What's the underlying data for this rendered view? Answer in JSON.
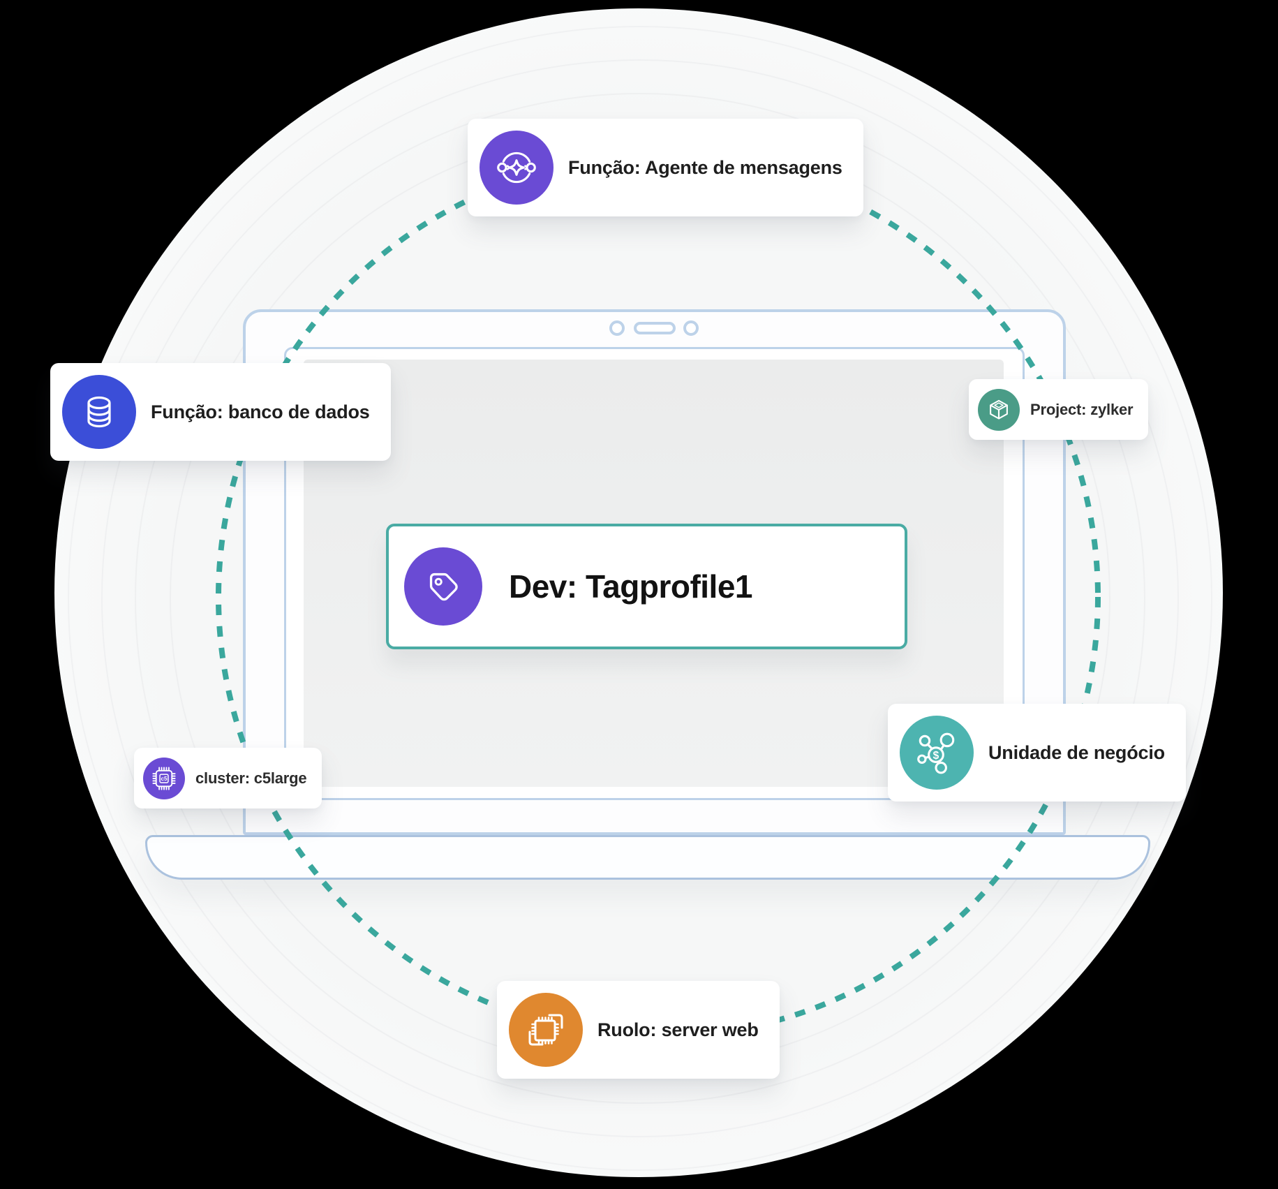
{
  "background": {
    "page_color": "#000000",
    "circle_color": "#f6f7f7"
  },
  "colors": {
    "purple": "#6a4bd4",
    "indigo_blue": "#3b4ed8",
    "green": "#4a9c87",
    "teal": "#4db4b0",
    "orange": "#e0882f",
    "center_border_teal": "#4aaba4",
    "orbit_dash_teal": "#3aa79d",
    "laptop_stroke": "#bdd2e9",
    "label_text": "#1e1e1e"
  },
  "center_card": {
    "label": "Dev: Tagprofile1",
    "icon": "tag-icon",
    "icon_color": "#6a4bd4"
  },
  "cards": [
    {
      "id": "broker",
      "label": "Função: Agente de mensagens",
      "icon": "message-broker-icon",
      "icon_color": "#6a4bd4",
      "size": "large"
    },
    {
      "id": "database",
      "label": "Função: banco de dados",
      "icon": "database-icon",
      "icon_color": "#3b4ed8",
      "size": "large"
    },
    {
      "id": "project",
      "label": "Project: zylker",
      "icon": "cube-icon",
      "icon_color": "#4a9c87",
      "size": "small"
    },
    {
      "id": "cluster",
      "label": "cluster: c5large",
      "icon": "chip-c5-icon",
      "icon_color": "#6a4bd4",
      "size": "small",
      "chip_text": "c5"
    },
    {
      "id": "business",
      "label": "Unidade de negócio",
      "icon": "dollar-network-icon",
      "icon_color": "#4db4b0",
      "size": "large",
      "icon_symbol": "$"
    },
    {
      "id": "role",
      "label": "Ruolo: server web",
      "icon": "server-chip-icon",
      "icon_color": "#e0882f",
      "size": "large"
    }
  ]
}
